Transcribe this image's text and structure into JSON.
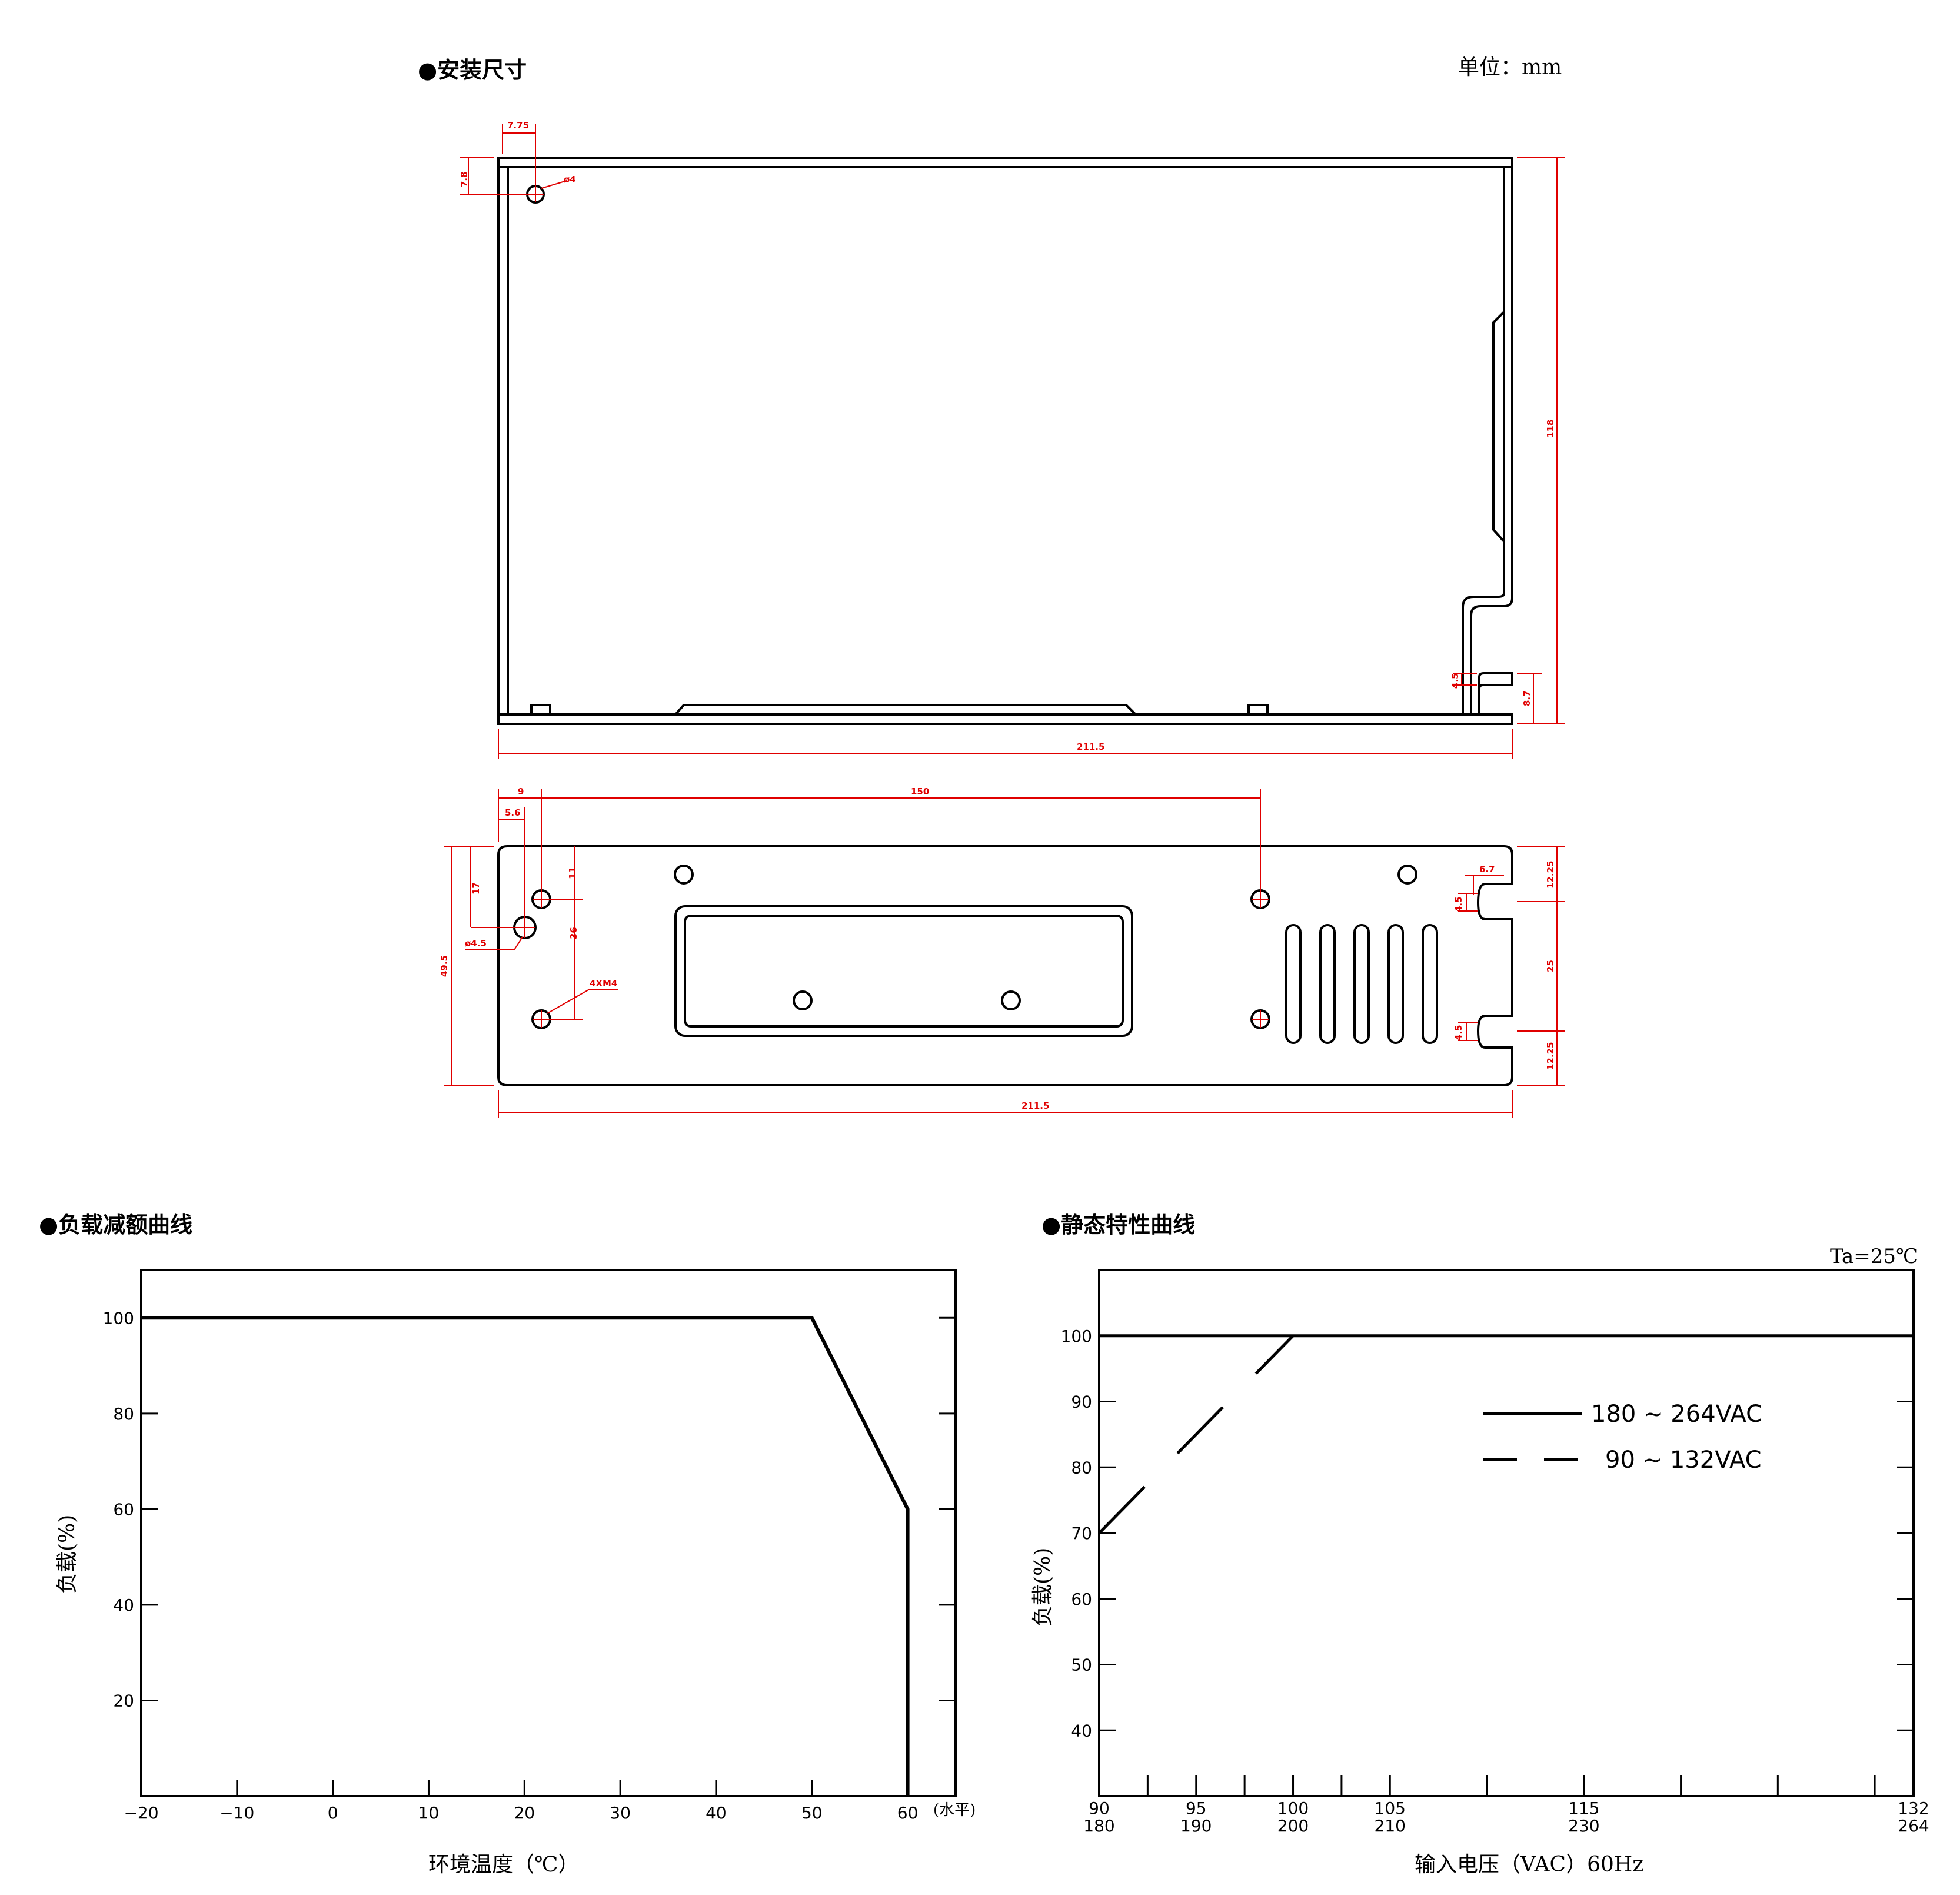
{
  "install": {
    "title": "●安装尺寸",
    "unit": "单位：mm",
    "top_view": {
      "dims": {
        "d1": "7.75",
        "d2": "7.8",
        "d3": "ø4",
        "d4": "118",
        "d5": "4.5",
        "d6": "8.7",
        "d7": "211.5"
      }
    },
    "side_view": {
      "dims": {
        "d1": "9",
        "d2": "150",
        "d3": "5.6",
        "d4": "17",
        "d5": "11",
        "d6": "36",
        "d7": "ø4.5",
        "d8": "49.5",
        "d9": "4XM4",
        "d10": "6.7",
        "d11": "4.5",
        "d12": "12.25",
        "d13": "25",
        "d14": "4.5",
        "d15": "12.25",
        "d16": "211.5"
      }
    }
  },
  "derating_chart": {
    "title": "●负载减额曲线",
    "xlabel": "环境温度（℃）",
    "ylabel": "负载(%)",
    "x_suffix": "(水平)"
  },
  "static_chart": {
    "title": "●静态特性曲线",
    "condition": "Ta=25℃",
    "xlabel": "输入电压（VAC）60Hz",
    "ylabel": "负载(%)",
    "legend": [
      "180 ~ 264VAC",
      "90 ~ 132VAC"
    ]
  },
  "chart_data": [
    {
      "type": "line",
      "title": "●负载减额曲线",
      "xlabel": "环境温度（℃）",
      "ylabel": "负载(%)",
      "x_ticks": [
        -20,
        -10,
        0,
        10,
        20,
        30,
        40,
        50,
        60
      ],
      "y_ticks": [
        20,
        40,
        60,
        80,
        100
      ],
      "xlim": [
        -20,
        65
      ],
      "ylim": [
        0,
        110
      ],
      "series": [
        {
          "x": [
            -20,
            50,
            60,
            60
          ],
          "y": [
            100,
            100,
            60,
            0
          ]
        }
      ],
      "grid": false
    },
    {
      "type": "line",
      "title": "●静态特性曲线",
      "xlabel": "输入电压（VAC）60Hz",
      "ylabel": "负载(%)",
      "x_ticks_top": [
        90,
        95,
        100,
        105,
        115,
        132
      ],
      "x_ticks_bottom": [
        180,
        190,
        200,
        210,
        230,
        264
      ],
      "y_ticks": [
        40,
        50,
        60,
        70,
        80,
        90,
        100
      ],
      "xlim": [
        90,
        132
      ],
      "ylim": [
        30,
        110
      ],
      "series": [
        {
          "name": "180 ~ 264VAC",
          "style": "solid",
          "x": [
            90,
            132
          ],
          "y": [
            100,
            100
          ]
        },
        {
          "name": "90 ~ 132VAC",
          "style": "dashed",
          "x": [
            90,
            100
          ],
          "y": [
            70,
            100
          ]
        }
      ],
      "legend_position": "top-right",
      "grid": false
    }
  ]
}
